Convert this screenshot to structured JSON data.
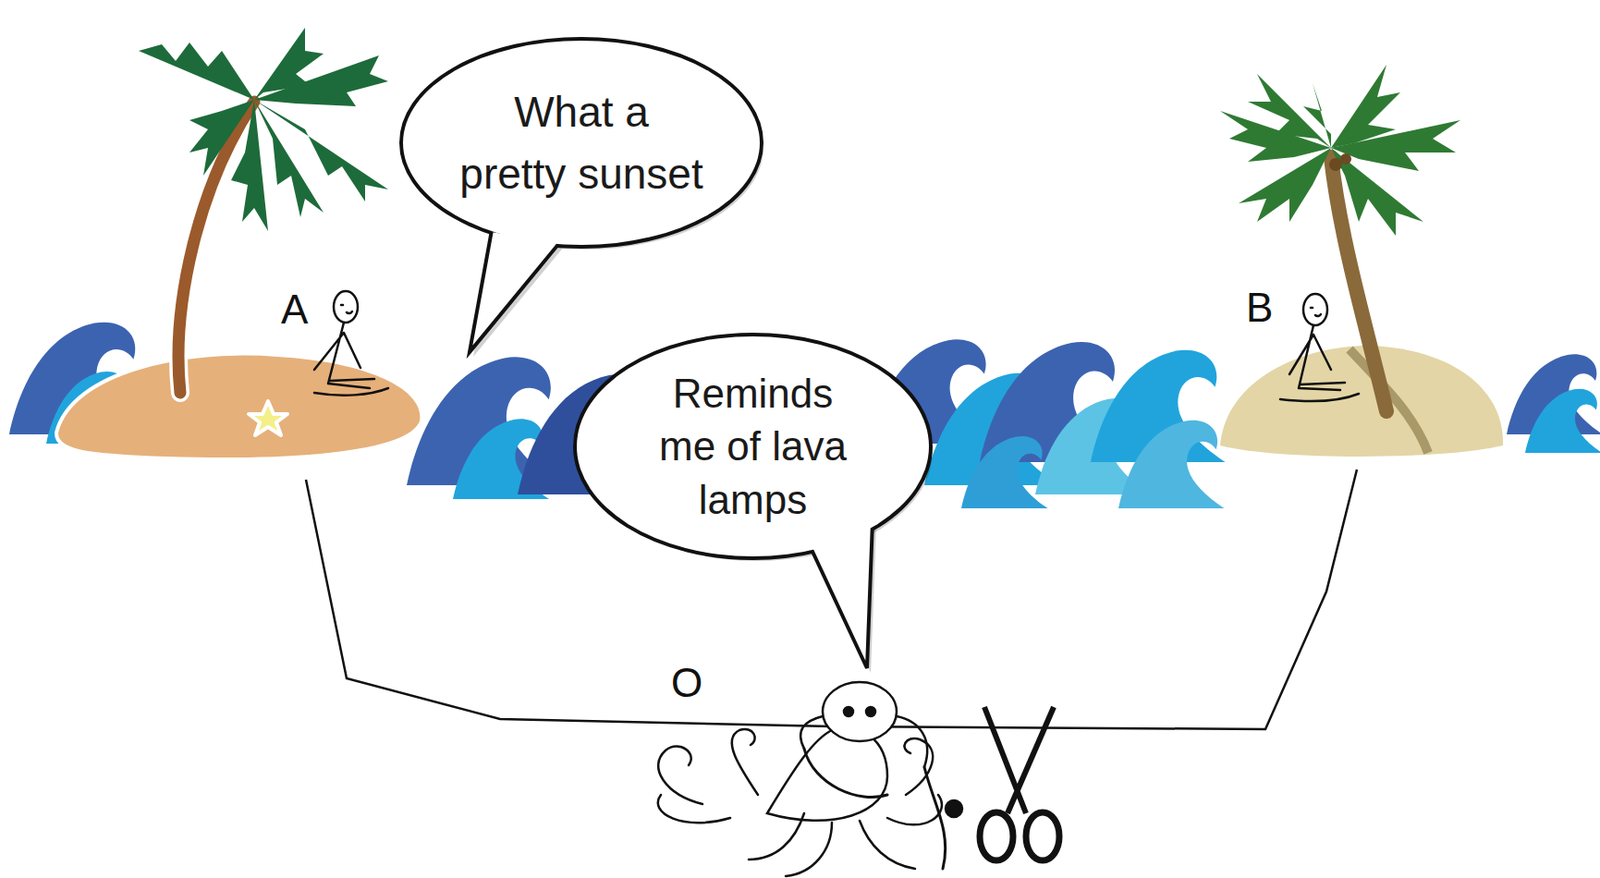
{
  "diagram": {
    "nodes": [
      {
        "text": [
          "What a pretty sunset"
        ]
      },
      {
        "text": [
          "Reminds me of lava lamps"
        ]
      }
    ],
    "labels": [
      "A",
      "B",
      "O"
    ]
  }
}
